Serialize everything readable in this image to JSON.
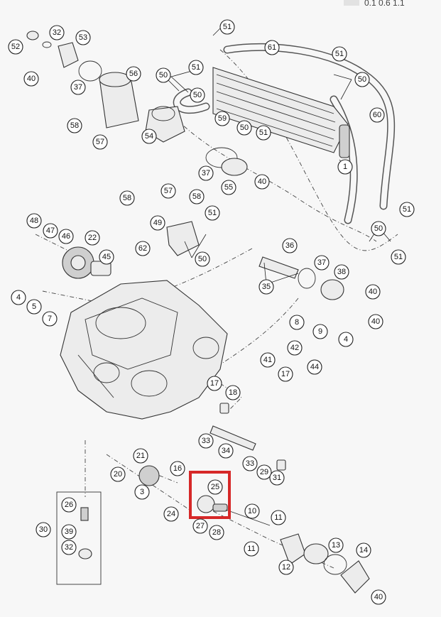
{
  "scale": {
    "label": "0.1  0.6  1.1"
  },
  "callouts": [
    "51",
    "32",
    "53",
    "61",
    "52",
    "51",
    "40",
    "50",
    "51",
    "50",
    "37",
    "56",
    "50",
    "60",
    "59",
    "50",
    "51",
    "58",
    "57",
    "54",
    "1",
    "37",
    "55",
    "40",
    "58",
    "57",
    "58",
    "51",
    "49",
    "50",
    "48",
    "47",
    "46",
    "22",
    "45",
    "62",
    "36",
    "37",
    "38",
    "35",
    "40",
    "4",
    "5",
    "7",
    "8",
    "9",
    "4",
    "40",
    "41",
    "42",
    "44",
    "17",
    "17",
    "18",
    "33",
    "34",
    "21",
    "16",
    "20",
    "25",
    "3",
    "10",
    "11",
    "24",
    "27",
    "28",
    "26",
    "30",
    "39",
    "32",
    "11",
    "13",
    "14",
    "12",
    "40",
    "33",
    "29",
    "31",
    "51",
    "50",
    "51"
  ],
  "highlight": {
    "label": "25",
    "color": "#d62828"
  }
}
